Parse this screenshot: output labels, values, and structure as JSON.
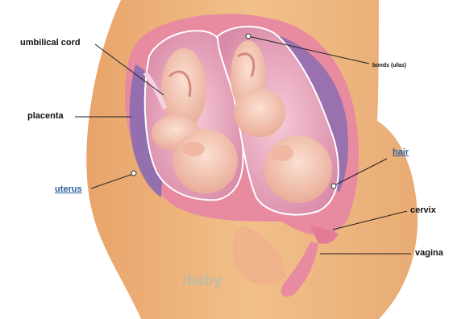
{
  "labels": {
    "umbilical_cord": "umbilical cord",
    "placenta": "placenta",
    "uterus": "uterus",
    "bonds": "bonds (ufas)",
    "hair": "hair",
    "cervix": "cervix",
    "vagina": "vagina"
  },
  "watermark": "ibaby"
}
